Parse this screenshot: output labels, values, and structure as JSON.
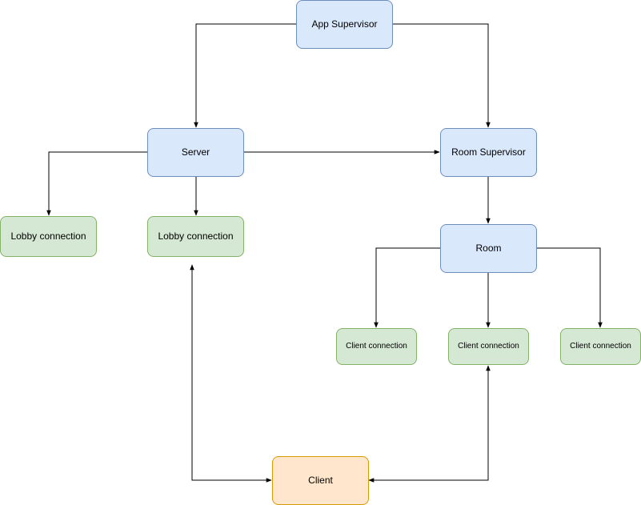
{
  "diagram": {
    "nodes": {
      "app_supervisor": "App Supervisor",
      "server": "Server",
      "room_supervisor": "Room Supervisor",
      "lobby_connection_1": "Lobby connection",
      "lobby_connection_2": "Lobby connection",
      "room": "Room",
      "client_connection_1": "Client connection",
      "client_connection_2": "Client connection",
      "client_connection_3": "Client connection",
      "client": "Client"
    },
    "edges": [
      {
        "from": "App Supervisor",
        "to": "Server"
      },
      {
        "from": "App Supervisor",
        "to": "Room Supervisor"
      },
      {
        "from": "Server",
        "to": "Room Supervisor"
      },
      {
        "from": "Server",
        "to": "Lobby connection"
      },
      {
        "from": "Server",
        "to": "Lobby connection"
      },
      {
        "from": "Room Supervisor",
        "to": "Room"
      },
      {
        "from": "Room",
        "to": "Client connection"
      },
      {
        "from": "Room",
        "to": "Client connection"
      },
      {
        "from": "Room",
        "to": "Client connection"
      },
      {
        "from": "Client",
        "to": "Lobby connection",
        "bidirectional": true
      },
      {
        "from": "Client",
        "to": "Client connection",
        "bidirectional": true
      }
    ],
    "colors": {
      "edge": "#000000",
      "blue_fill": "#dae8fc",
      "blue_stroke": "#6c8ebf",
      "green_fill": "#d5e8d4",
      "green_stroke": "#82b366",
      "orange_fill": "#ffe6cc",
      "orange_stroke": "#d79b00"
    }
  }
}
